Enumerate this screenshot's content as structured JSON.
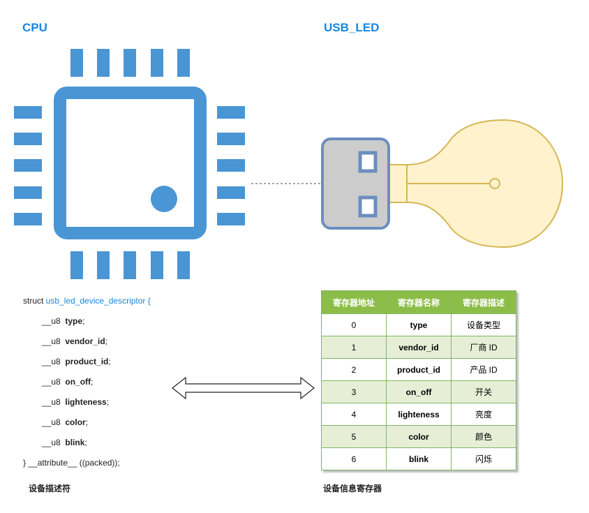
{
  "cpu_title": "CPU",
  "usb_title": "USB_LED",
  "struct": {
    "open_prefix": "struct ",
    "name": "usb_led_device_descriptor",
    "open_brace": " {",
    "fields": [
      {
        "type": "__u8",
        "name": "type"
      },
      {
        "type": "__u8",
        "name": "vendor_id"
      },
      {
        "type": "__u8",
        "name": "product_id"
      },
      {
        "type": "__u8",
        "name": "on_off"
      },
      {
        "type": "__u8",
        "name": "lighteness"
      },
      {
        "type": "__u8",
        "name": "color"
      },
      {
        "type": "__u8",
        "name": "blink"
      }
    ],
    "closing": "} __attribute__ ((packed));"
  },
  "struct_caption": "设备描述符",
  "register_caption": "设备信息寄存器",
  "register_table": {
    "headers": [
      "寄存器地址",
      "寄存器名称",
      "寄存器描述"
    ],
    "rows": [
      [
        "0",
        "type",
        "设备类型"
      ],
      [
        "1",
        "vendor_id",
        "厂商 ID"
      ],
      [
        "2",
        "product_id",
        "产品 ID"
      ],
      [
        "3",
        "on_off",
        "开关"
      ],
      [
        "4",
        "lighteness",
        "亮度"
      ],
      [
        "5",
        "color",
        "颜色"
      ],
      [
        "6",
        "blink",
        "闪烁"
      ]
    ]
  },
  "colors": {
    "accent_blue": "#1a86e0",
    "chip_blue": "#4a95d4",
    "table_header": "#8cbd48",
    "bulb_fill": "#fff2cc",
    "bulb_stroke": "#d6b656"
  },
  "icons": [
    "cpu-chip-icon",
    "usb-plug-icon",
    "light-bulb-icon",
    "double-arrow-icon"
  ]
}
